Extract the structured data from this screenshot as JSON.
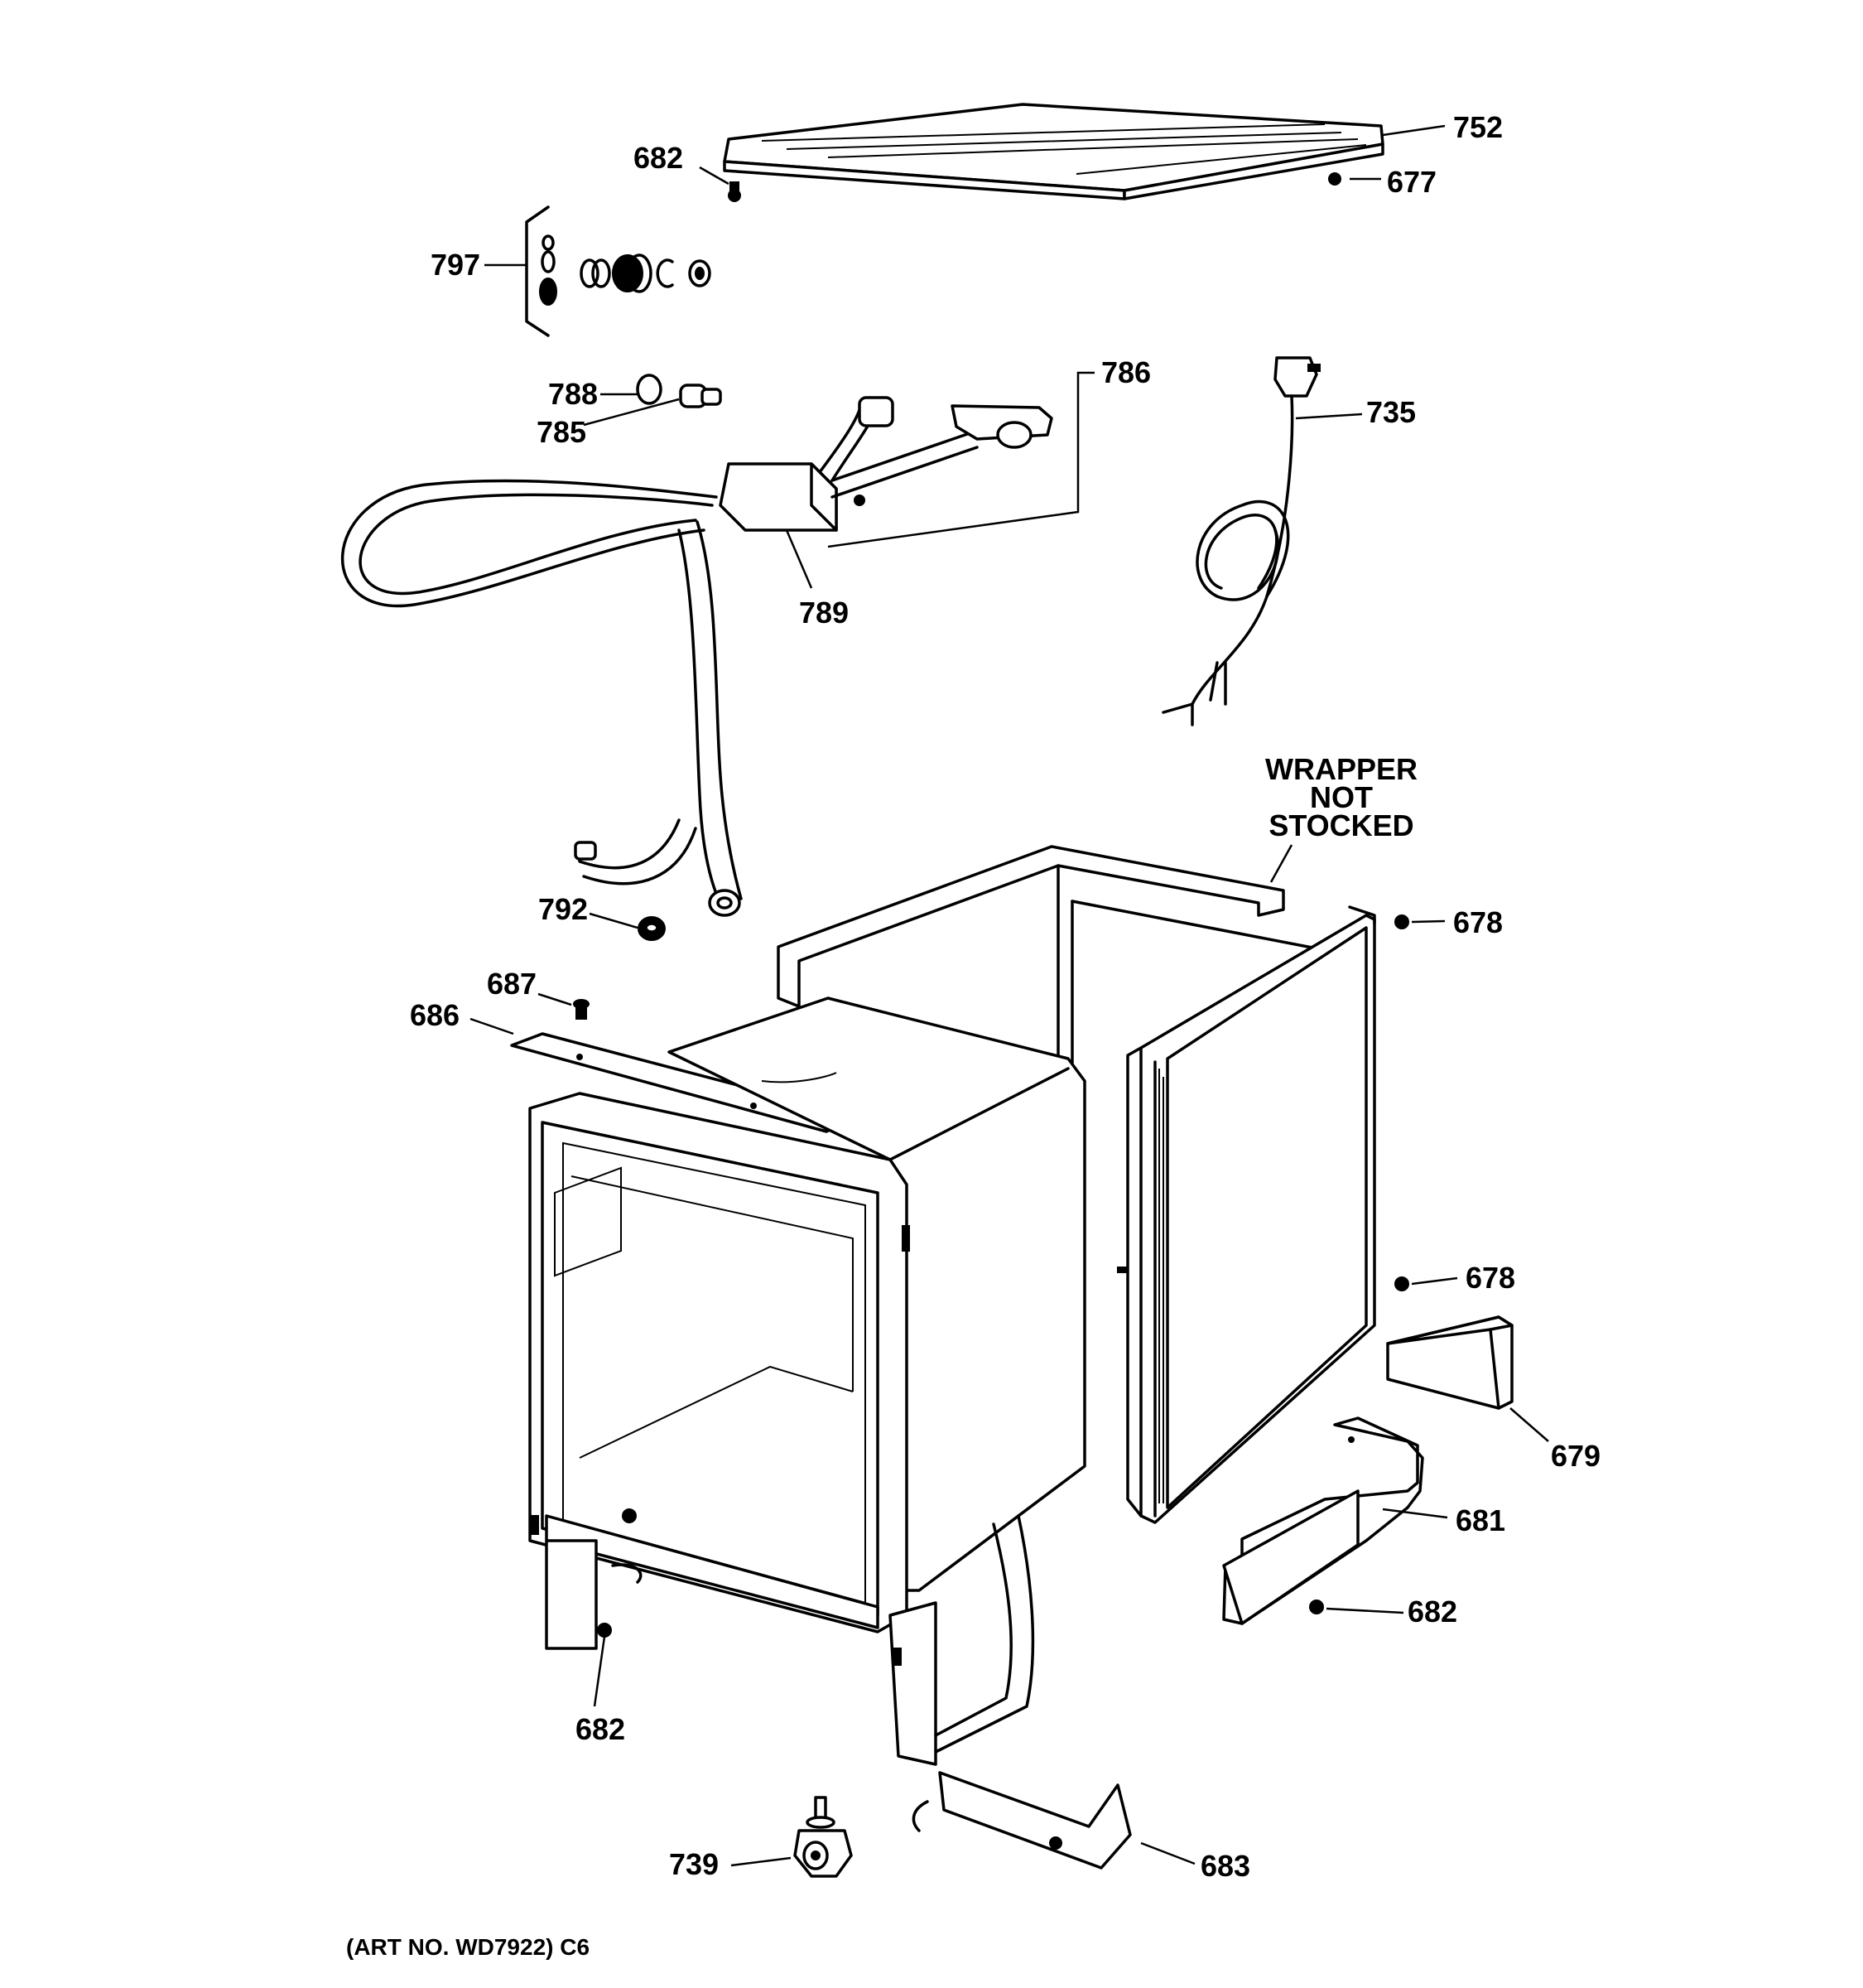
{
  "diagram": {
    "callouts": {
      "c752": "752",
      "c682_top": "682",
      "c677": "677",
      "c797": "797",
      "c786": "786",
      "c788": "788",
      "c785": "785",
      "c735": "735",
      "c789": "789",
      "c792": "792",
      "c678_upper": "678",
      "c687": "687",
      "c686": "686",
      "c678_lower": "678",
      "c679": "679",
      "c681": "681",
      "c682_right": "682",
      "c682_bottom": "682",
      "c739": "739",
      "c683": "683"
    },
    "wrapper_note": {
      "line1": "WRAPPER",
      "line2": "NOT",
      "line3": "STOCKED"
    },
    "art_number": "(ART NO. WD7922) C6"
  }
}
